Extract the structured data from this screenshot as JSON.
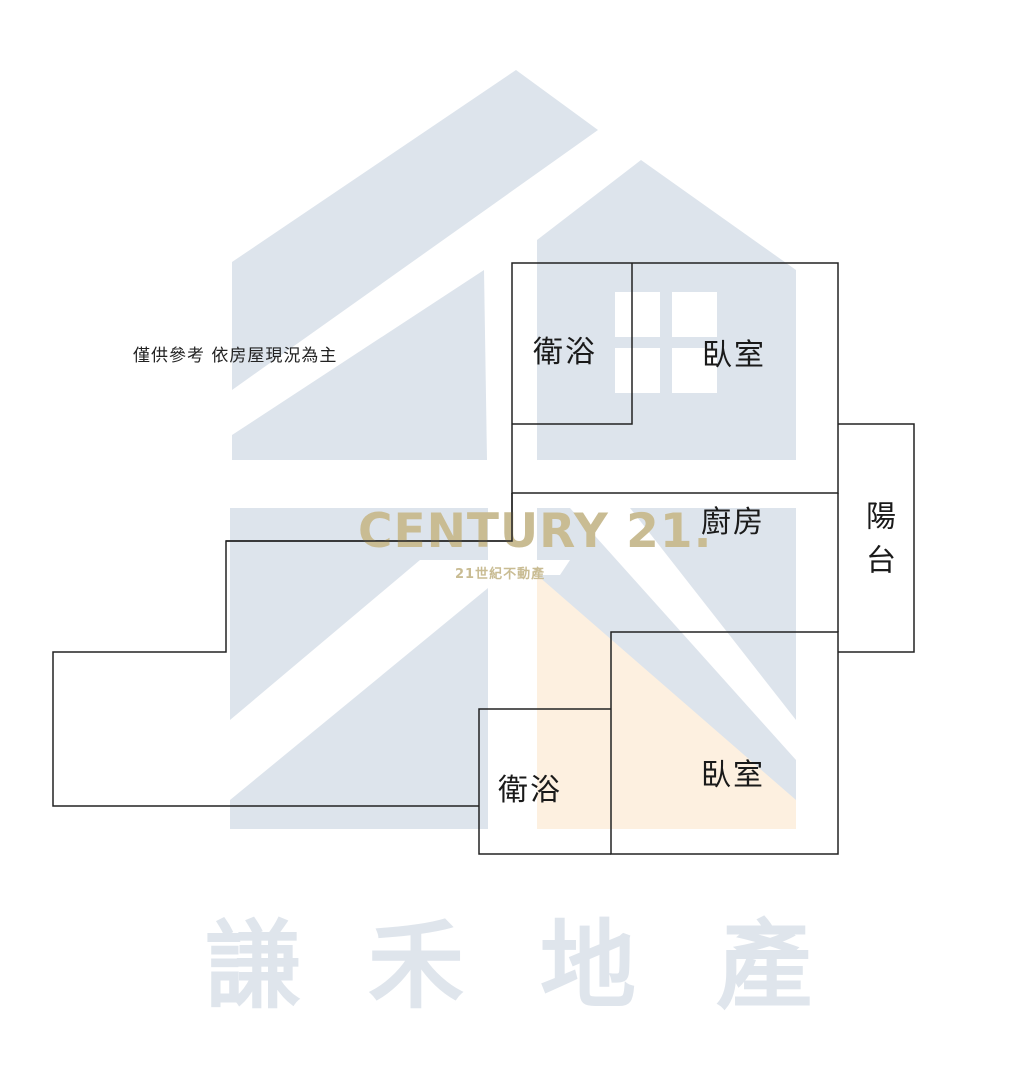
{
  "note": "僅供參考 依房屋現況為主",
  "rooms": {
    "bath_top": "衛浴",
    "bedroom_top": "臥室",
    "kitchen": "廚房",
    "balcony": "陽台",
    "bath_bottom": "衛浴",
    "bedroom_bottom": "臥室"
  },
  "watermark": {
    "logo_text": "CENTURY 21.",
    "logo_subtext": "21世紀不動產",
    "brand_chars": [
      "謙",
      "禾",
      "地",
      "產"
    ],
    "colors": {
      "house_blue": "#dde4ec",
      "logo_gold": "#c9bc93",
      "accent_orange": "#fdf0e0",
      "brand_gray": "#dfe5ec"
    }
  },
  "plan": {
    "line_color": "#222222"
  }
}
